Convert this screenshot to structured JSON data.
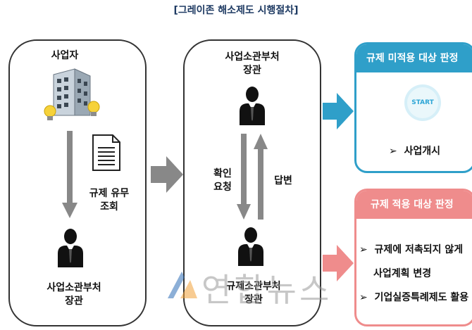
{
  "title": "[그레이존 해소제도 시행절차]",
  "left_panel": {
    "top_label": "사업자",
    "side_label": "규제 유무\n조회",
    "bottom_label": "사업소관부처\n장관"
  },
  "middle_panel": {
    "top_label": "사업소관부처\n장관",
    "left_arrow_label": "확인\n요청",
    "right_arrow_label": "답변",
    "bottom_label": "규제소관부처\n장관"
  },
  "outcome_not_applicable": {
    "header": "규제 미적용 대상 판정",
    "start_text": "START",
    "item": "사업개시",
    "accent": "#2f9fc9"
  },
  "outcome_applicable": {
    "header": "규제 적용 대상 판정",
    "items": [
      "규제에 저촉되지 않게",
      "사업계획 변경",
      "기업실증특례제도 활용"
    ],
    "accent": "#ef8c8c"
  },
  "watermark": "연합뉴스",
  "colors": {
    "gray_arrow": "#888888",
    "panel_border": "#333333",
    "blue": "#2f9fc9",
    "pink": "#ef8c8c"
  },
  "icons": [
    "building-icon",
    "lightbulb-icon",
    "document-icon",
    "person-icon",
    "start-badge-icon",
    "triangle-bullet-icon"
  ]
}
